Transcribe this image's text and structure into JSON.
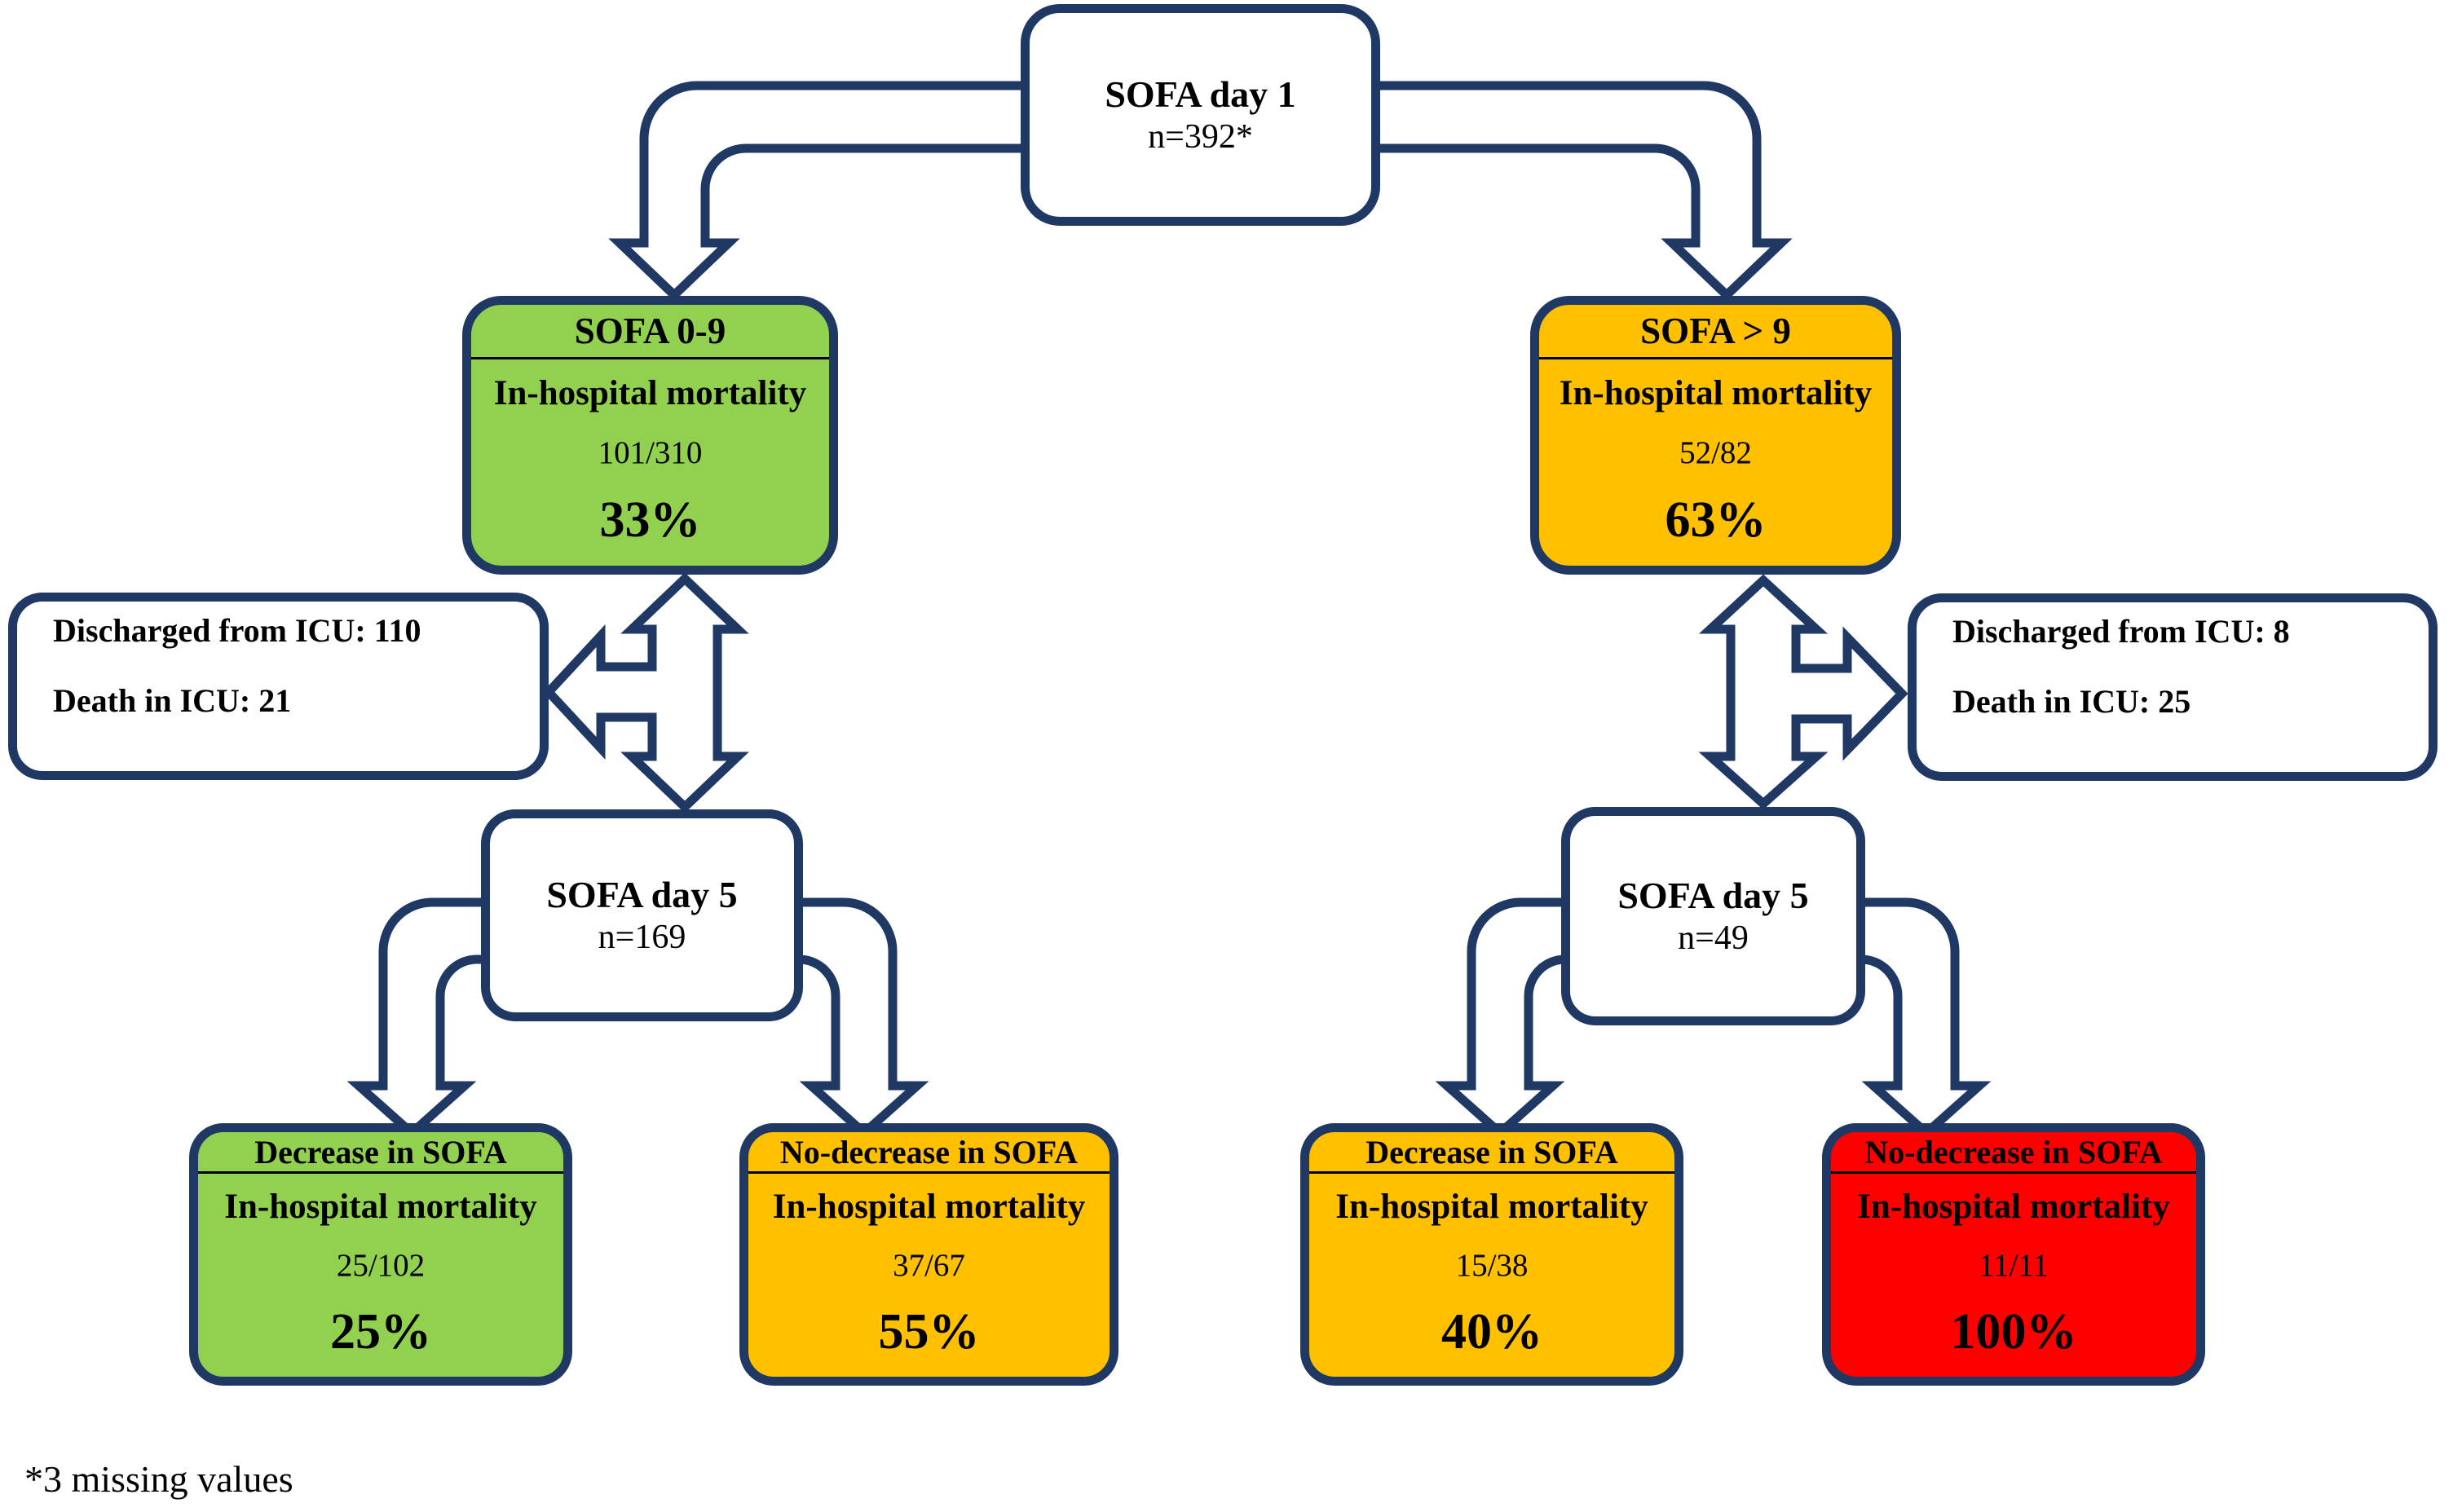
{
  "figure": {
    "footnote": "*3 missing values",
    "colors": {
      "outline_navy": "#1F3864",
      "green": "#92D050",
      "amber": "#FFC000",
      "red": "#FE0000",
      "text_black": "#000000",
      "background": "#FFFFFF"
    },
    "nodes": {
      "day1": {
        "title": "SOFA day 1",
        "n": "n=392*"
      },
      "sofa_0_9": {
        "title": "SOFA 0-9",
        "label": "In-hospital mortality",
        "ratio": "101/310",
        "pct": "33%"
      },
      "sofa_gt_9": {
        "title": "SOFA > 9",
        "label": "In-hospital mortality",
        "ratio": "52/82",
        "pct": "63%"
      },
      "icu_left": {
        "line1": "Discharged from ICU: 110",
        "line2": "Death in ICU: 21"
      },
      "icu_right": {
        "line1": "Discharged from ICU: 8",
        "line2": "Death in ICU: 25"
      },
      "day5_left": {
        "title": "SOFA day 5",
        "n": "n=169"
      },
      "day5_right": {
        "title": "SOFA day 5",
        "n": "n=49"
      },
      "dec_left": {
        "title": "Decrease in SOFA",
        "label": "In-hospital mortality",
        "ratio": "25/102",
        "pct": "25%"
      },
      "nodec_left": {
        "title": "No-decrease in SOFA",
        "label": "In-hospital mortality",
        "ratio": "37/67",
        "pct": "55%"
      },
      "dec_right": {
        "title": "Decrease in SOFA",
        "label": "In-hospital mortality",
        "ratio": "15/38",
        "pct": "40%"
      },
      "nodec_right": {
        "title": "No-decrease in SOFA",
        "label": "In-hospital mortality",
        "ratio": "11/11",
        "pct": "100%"
      }
    }
  }
}
